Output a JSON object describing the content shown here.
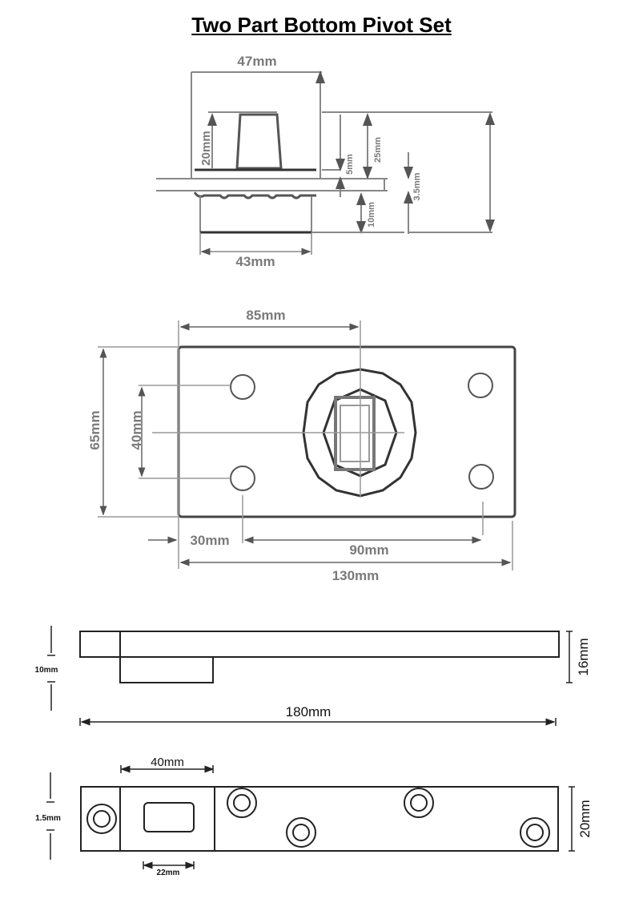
{
  "title": "Two Part Bottom Pivot Set",
  "views": {
    "side_elevation": {
      "dimensions": {
        "overall_width": "47mm",
        "spindle_height": "20mm",
        "plate_offset": "5mm",
        "total_above": "25mm",
        "plate_thickness": "3.5mm",
        "body_depth": "10mm",
        "body_width": "43mm"
      }
    },
    "plan_view": {
      "dimensions": {
        "to_centre": "85mm",
        "height": "65mm",
        "hole_spacing_vertical": "40mm",
        "edge_to_hole": "30mm",
        "hole_spacing_horizontal": "90mm",
        "length": "130mm"
      }
    },
    "top_strap_side": {
      "dimensions": {
        "offset": "10mm",
        "thickness": "16mm",
        "length": "180mm"
      }
    },
    "top_strap_plan": {
      "dimensions": {
        "block_length": "40mm",
        "pin_offset": "1.5mm",
        "slot_width": "22mm",
        "width": "20mm"
      }
    }
  }
}
